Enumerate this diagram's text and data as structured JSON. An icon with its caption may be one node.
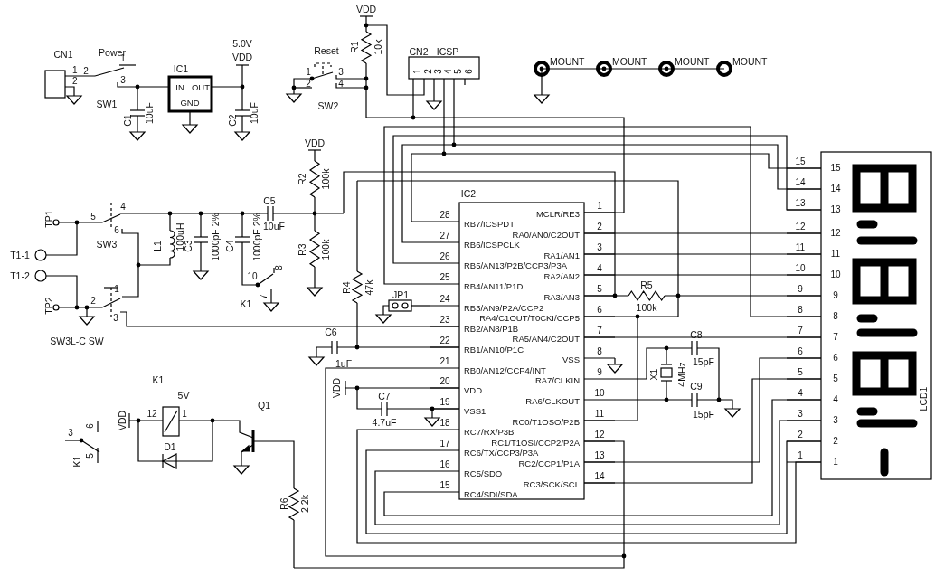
{
  "diagram": {
    "labels": [
      "CN1",
      "1",
      "2",
      "Power",
      "2",
      "1",
      "3",
      "SW1",
      "IC1",
      "IN",
      "OUT",
      "GND",
      "C1",
      "10uF",
      "5.0V",
      "VDD",
      "C2",
      "10uF",
      "VDD",
      "Reset",
      "R1",
      "10k",
      "1",
      "2",
      "3",
      "4",
      "SW2",
      "CN2",
      "ICSP",
      "1",
      "2",
      "3",
      "4",
      "5",
      "6",
      "MOUNT",
      "MOUNT",
      "MOUNT",
      "MOUNT",
      "VDD",
      "R2",
      "100k",
      "C5",
      "10uF",
      "TP1",
      "5",
      "4",
      "6",
      "SW3",
      "L1",
      "100uH",
      "C3",
      "1000pF 2%",
      "C4",
      "1000pF 2%",
      "R3",
      "100k",
      "T1-1",
      "T1-2",
      "10",
      "8",
      "K1",
      "7",
      "TP2",
      "2",
      "1",
      "3",
      "SW3L-C SW",
      "R4",
      "47k",
      "JP1",
      "C6",
      "1uF",
      "IC2",
      "28",
      "27",
      "26",
      "25",
      "24",
      "23",
      "22",
      "21",
      "20",
      "19",
      "18",
      "17",
      "16",
      "15",
      "RB7/ICSPDT",
      "RB6/ICSPCLK",
      "RB5/AN13/P2B/CCP3/P3A",
      "RB4/AN11/P1D",
      "RB3/AN9/P2A/CCP2",
      "RB2/AN8/P1B",
      "RB1/AN10/P1C",
      "RB0/AN12/CCP4/INT",
      "VDD",
      "VSS1",
      "RC7/RX/P3B",
      "RC6/TX/CCP3/P3A",
      "RC5/SDO",
      "RC4/SDI/SDA",
      "MCLR/RE3",
      "RA0/AN0/C2OUT",
      "RA1/AN1",
      "RA2/AN2",
      "RA3/AN3",
      "RA4/C1OUT/T0CKI/CCP5",
      "RA5/AN4/C2OUT",
      "VSS",
      "RA7/CLKIN",
      "RA6/CLKOUT",
      "RC0/T1OSO/P2B",
      "RC1/T1OSI/CCP2/P2A",
      "RC2/CCP1/P1A",
      "RC3/SCK/SCL",
      "1",
      "2",
      "3",
      "4",
      "5",
      "6",
      "7",
      "8",
      "9",
      "10",
      "11",
      "12",
      "13",
      "14",
      "R5",
      "100k",
      "C8",
      "15pF",
      "X1",
      "4MHz",
      "C9",
      "15pF",
      "K1",
      "5V",
      "VDD",
      "12",
      "1",
      "D1",
      "Q1",
      "3",
      "6",
      "K1",
      "5",
      "R6",
      "2.2k",
      "VDD",
      "C7",
      "4.7uF",
      "15",
      "14",
      "13",
      "12",
      "11",
      "10",
      "9",
      "8",
      "7",
      "6",
      "5",
      "4",
      "3",
      "2",
      "1",
      "15",
      "14",
      "13",
      "12",
      "11",
      "10",
      "9",
      "8",
      "7",
      "6",
      "5",
      "4",
      "3",
      "2",
      "1",
      "LCD1"
    ]
  }
}
